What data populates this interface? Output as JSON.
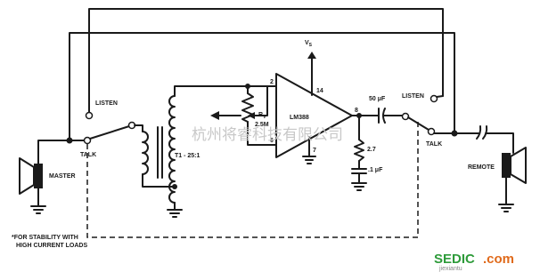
{
  "labels": {
    "listen_left": "LISTEN",
    "listen_right": "LISTEN",
    "talk_left": "TALK",
    "talk_right": "TALK",
    "master": "MASTER",
    "remote": "REMOTE",
    "transformer": "T1 - 25:1",
    "pot_name": "R",
    "pot_subscript": "V",
    "pot_value": "2.5M",
    "opamp": "LM388",
    "supply": "V",
    "supply_subscript": "S",
    "pin2": "2",
    "pin6": "6",
    "pin8": "8",
    "pin14": "14",
    "pin7": "7",
    "cap_out": "50 μF",
    "res_value": "2.7",
    "cap_value": ".1 μF",
    "footnote_line1": "*FOR STABILITY WITH",
    "footnote_line2": "HIGH CURRENT LOADS"
  },
  "watermark": {
    "chinese": "杭州将睿科技有限公司",
    "brand_left": "SEDIC",
    "brand_right": ".com",
    "site": "jiexiantu"
  },
  "colors": {
    "ink": "#1a1a1a",
    "watermark_gray": "#c8c8c8",
    "brand_green": "#2e9b3a",
    "brand_orange": "#e06a1b"
  }
}
